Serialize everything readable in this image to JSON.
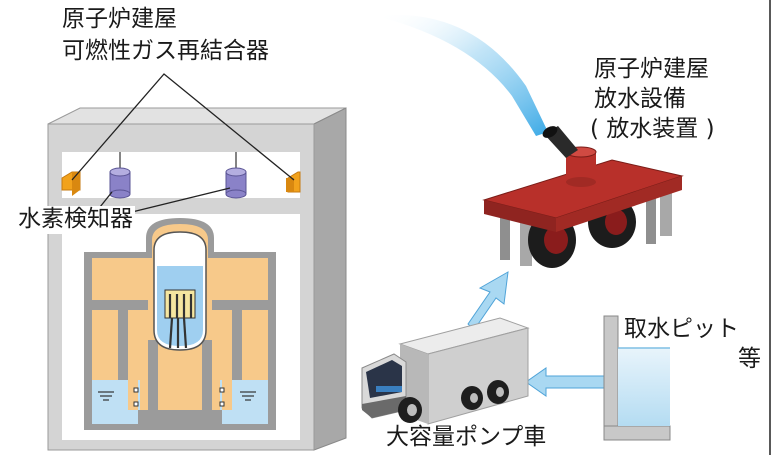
{
  "labels": {
    "recombiner_line1": "原子炉建屋",
    "recombiner_line2": "可燃性ガス再結合器",
    "hydrogen_detector": "水素検知器",
    "water_cannon_line1": "原子炉建屋",
    "water_cannon_line2": "放水設備",
    "water_cannon_line3": "( 放水装置 )",
    "intake_line1": "取水ピット",
    "intake_line2": "等",
    "pump_truck": "大容量ポンプ車"
  },
  "colors": {
    "building": "#d4d4d4",
    "building_dark": "#9a9a9a",
    "containment": "#f7c98a",
    "reactor_vessel": "#cfe4f4",
    "water": "#bfe0f4",
    "recombiner": "#f2a21c",
    "detector": "#8a82c8",
    "cannon_deck": "#b8302a",
    "spray": "#4fb3e8",
    "arrow": "#a9d8f2",
    "truck_cab": "#d9d9d9"
  }
}
